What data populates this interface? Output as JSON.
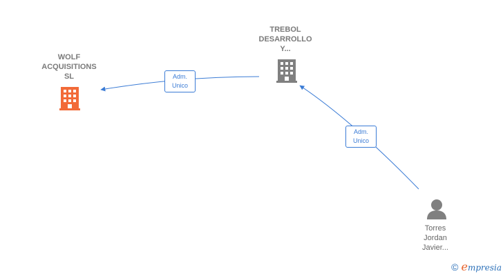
{
  "nodes": {
    "wolf": {
      "label": "WOLF\nACQUISITIONS\nSL",
      "type": "company",
      "highlight": true,
      "color": "#f26a38"
    },
    "trebol": {
      "label": "TREBOL\nDESARROLLO\nY...",
      "type": "company",
      "highlight": false,
      "color": "#808080"
    },
    "torres": {
      "label": "Torres\nJordan\nJavier...",
      "type": "person",
      "color": "#808080"
    }
  },
  "edges": [
    {
      "from": "trebol",
      "to": "wolf",
      "label": "Adm.\nUnico"
    },
    {
      "from": "torres",
      "to": "trebol",
      "label": "Adm.\nUnico"
    }
  ],
  "colors": {
    "edge": "#3a7bd5",
    "company_highlight": "#f26a38",
    "company": "#808080",
    "person": "#808080"
  },
  "icons": {
    "company": "building-icon",
    "person": "person-icon"
  },
  "footer": {
    "copyright_symbol": "©",
    "brand_initial": "e",
    "brand_rest": "mpresia"
  }
}
